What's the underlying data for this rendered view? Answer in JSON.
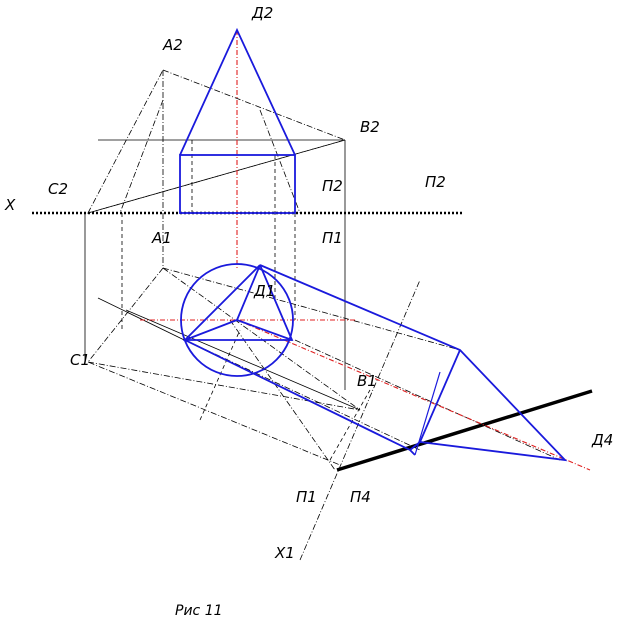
{
  "labels": {
    "d2": "Д2",
    "a2": "A2",
    "b2": "B2",
    "c2": "C2",
    "x": "X",
    "p2_left": "П2",
    "p2_right": "П2",
    "a1": "A1",
    "p1_top": "П1",
    "d1": "Д1",
    "c1": "C1",
    "b1": "B1",
    "d4": "Д4",
    "p1_bottom": "П1",
    "p4": "П4",
    "x1": "X1"
  },
  "caption": "Рис 11",
  "colors": {
    "construction": "#000000",
    "figure": "#1a1adc",
    "axis_line": "#e02020"
  }
}
